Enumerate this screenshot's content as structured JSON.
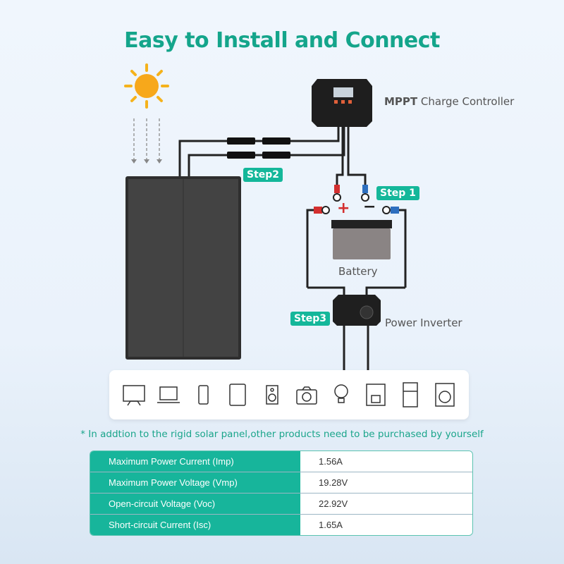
{
  "title": "Easy to Install and Connect",
  "labels": {
    "controller_bold": "MPPT",
    "controller_rest": " Charge Controller",
    "battery": "Battery",
    "inverter": "Power Inverter",
    "plus": "+",
    "minus": "−"
  },
  "steps": {
    "step1": "Step 1",
    "step2": "Step2",
    "step3": "Step3"
  },
  "devices": [
    "tv",
    "laptop",
    "phone",
    "tablet",
    "speaker",
    "camera",
    "light-bulb",
    "coffee-machine",
    "fridge",
    "washing-machine"
  ],
  "note": "* In addtion to the rigid solar panel,other products need to be purchased by yourself",
  "specs": [
    {
      "name": "Maximum Power Current (Imp)",
      "value": "1.56A"
    },
    {
      "name": "Maximum Power Voltage (Vmp)",
      "value": "19.28V"
    },
    {
      "name": "Open-circuit Voltage (Voc)",
      "value": "22.92V"
    },
    {
      "name": "Short-circuit Current (Isc)",
      "value": "1.65A"
    }
  ],
  "colors": {
    "accent": "#14b79a",
    "panel": "#3b3b3b"
  }
}
